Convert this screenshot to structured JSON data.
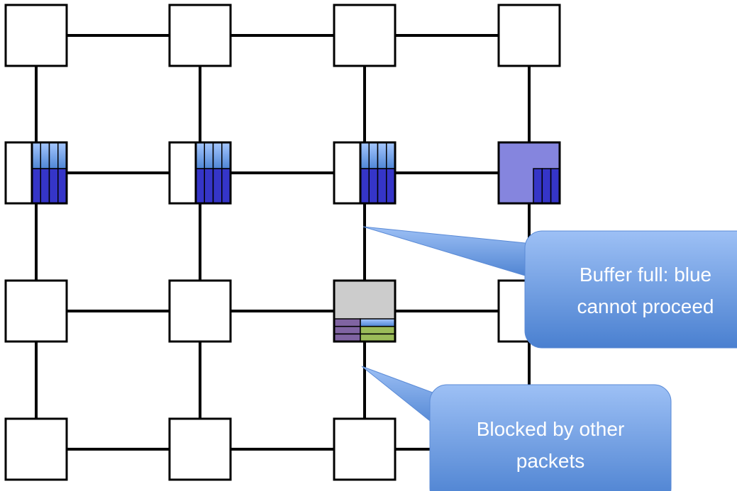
{
  "grid": {
    "rows": 4,
    "cols": 4
  },
  "colors": {
    "link": "#000000",
    "buffer_dark_blue": "#3535c8",
    "buffer_light_blue": "#9cc0ff",
    "full_node": "#8585de",
    "blocked_node": "#cccccc",
    "purple_packet": "#8064a2",
    "green_packet": "#9bbb59",
    "callout_top": "#9dc0f5",
    "callout_bottom": "#4a80d0"
  },
  "callouts": [
    {
      "lines": [
        "Buffer full: blue",
        "cannot proceed"
      ]
    },
    {
      "lines": [
        "Blocked by other",
        "packets"
      ]
    }
  ]
}
